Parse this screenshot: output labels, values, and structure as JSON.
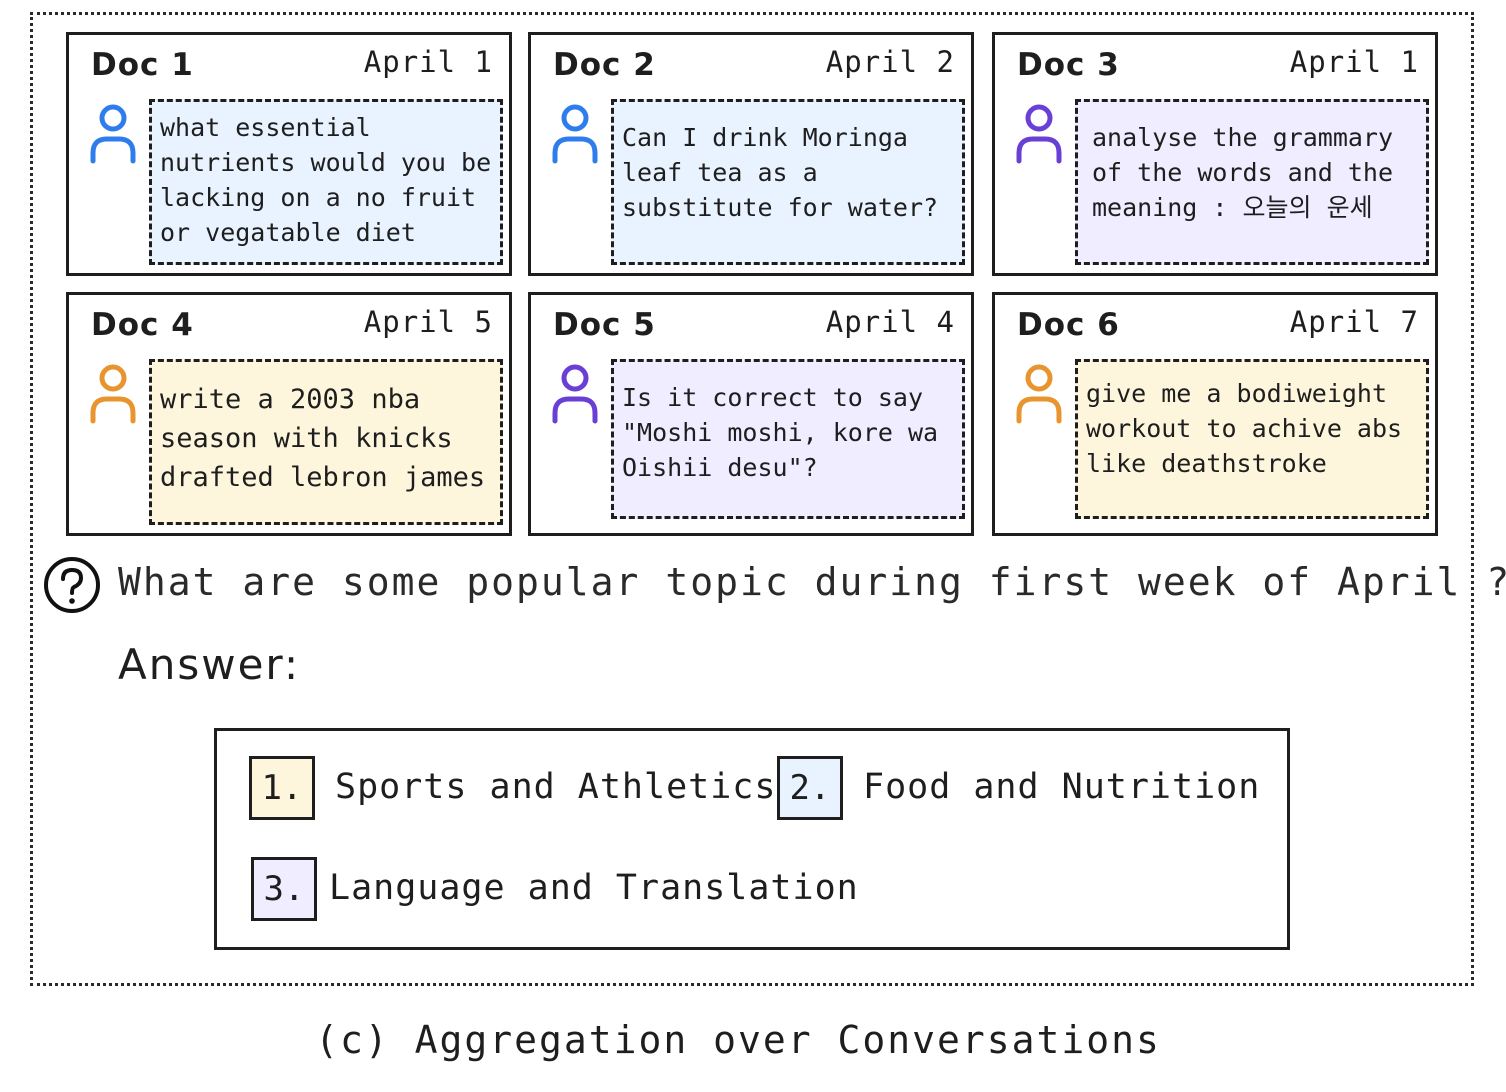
{
  "colors": {
    "blue_person": "#2f7ded",
    "purple_person": "#6a3fd6",
    "orange_person": "#e8952f",
    "blue_fill": "#e8f3ff",
    "purple_fill": "#efedff",
    "yellow_fill": "#fdf6dc"
  },
  "docs": [
    {
      "title": "Doc 1",
      "date": "April 1",
      "text": "what essential nutrients would you be lacking on a no fruit or vegatable diet",
      "person_icon": "person-icon-blue"
    },
    {
      "title": "Doc 2",
      "date": "April 2",
      "text": "Can I drink Moringa leaf tea as a substitute for water?",
      "person_icon": "person-icon-blue"
    },
    {
      "title": "Doc 3",
      "date": "April 1",
      "text": "analyse the grammary of the words and the meaning : 오늘의 운세",
      "person_icon": "person-icon-purple"
    },
    {
      "title": "Doc 4",
      "date": "April 5",
      "text": "write a 2003 nba season with knicks drafted lebron james",
      "person_icon": "person-icon-orange"
    },
    {
      "title": "Doc 5",
      "date": "April 4",
      "text": "Is it correct to say \"Moshi moshi, kore wa Oishii desu\"?",
      "person_icon": "person-icon-purple"
    },
    {
      "title": "Doc 6",
      "date": "April 7",
      "text": "give me a bodiweight workout to achive abs like deathstroke",
      "person_icon": "person-icon-orange"
    }
  ],
  "question": {
    "icon": "question-circle-icon",
    "text": "What are some popular topic during first week of April ?"
  },
  "answer": {
    "label": "Answer:",
    "items": [
      {
        "number": "1.",
        "text": "Sports and Athletics"
      },
      {
        "number": "2.",
        "text": "Food and Nutrition"
      },
      {
        "number": "3.",
        "text": "Language and Translation"
      }
    ]
  },
  "caption": "(c) Aggregation over Conversations"
}
